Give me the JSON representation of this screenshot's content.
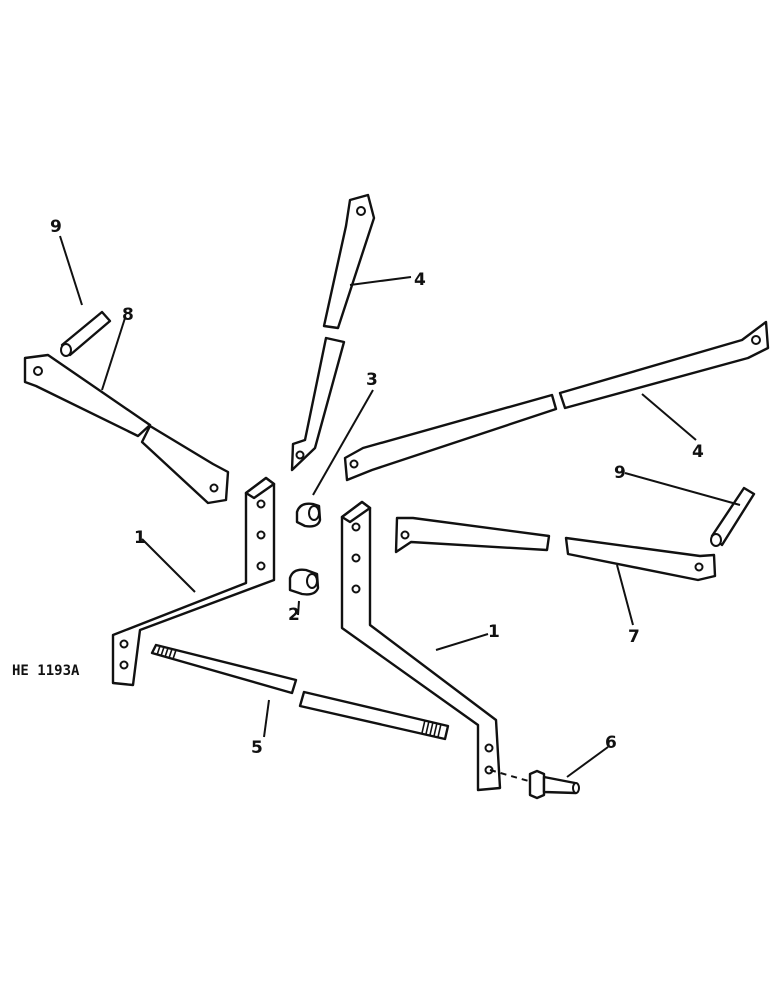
{
  "diagram": {
    "drawing_code": "HE 1193A",
    "callouts": [
      {
        "id": "c1a",
        "label": "1"
      },
      {
        "id": "c1b",
        "label": "1"
      },
      {
        "id": "c2",
        "label": "2"
      },
      {
        "id": "c3",
        "label": "3"
      },
      {
        "id": "c4a",
        "label": "4"
      },
      {
        "id": "c4b",
        "label": "4"
      },
      {
        "id": "c5",
        "label": "5"
      },
      {
        "id": "c6",
        "label": "6"
      },
      {
        "id": "c7",
        "label": "7"
      },
      {
        "id": "c8",
        "label": "8"
      },
      {
        "id": "c9a",
        "label": "9"
      },
      {
        "id": "c9b",
        "label": "9"
      }
    ]
  }
}
